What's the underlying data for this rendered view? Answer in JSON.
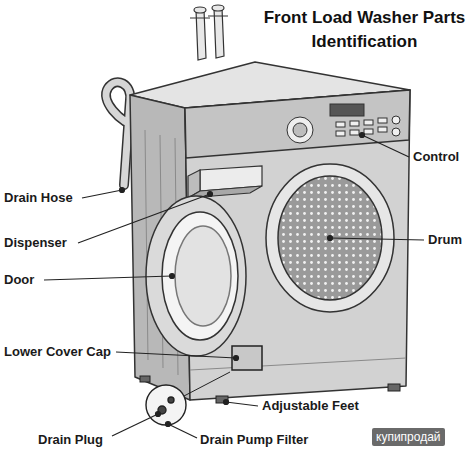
{
  "diagram": {
    "title": "Front Load Washer Parts Identification",
    "labels": [
      "Control",
      "Drain Hose",
      "Dispenser",
      "Drum",
      "Door",
      "Lower Cover Cap",
      "Adjustable Feet",
      "Drain Plug",
      "Drain Pump Filter",
      "купипродай"
    ]
  }
}
